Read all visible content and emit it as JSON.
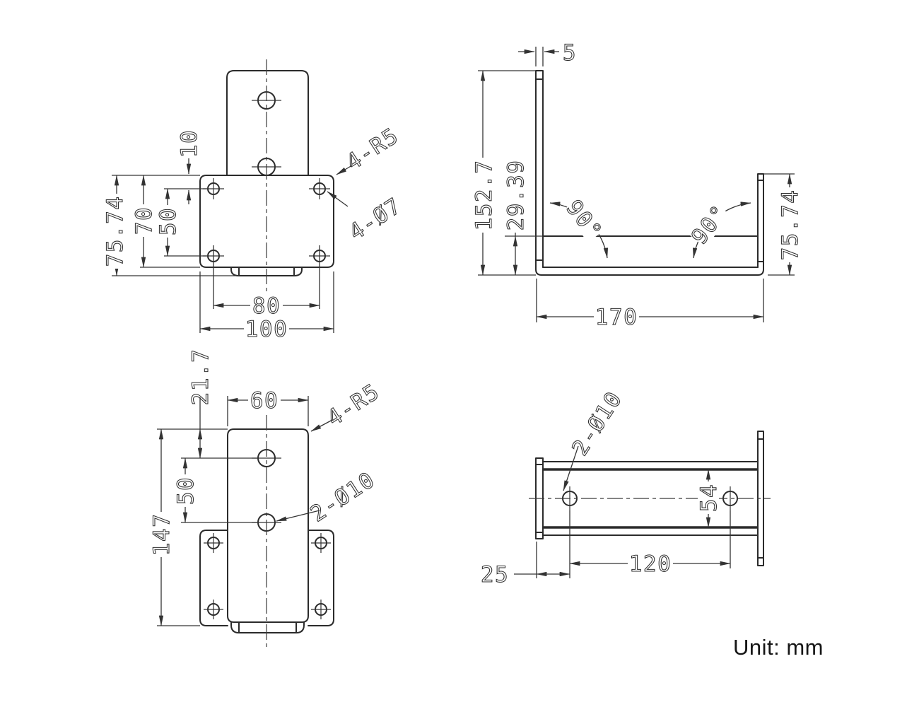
{
  "unit_note": "Unit: mm",
  "views": {
    "plan": {
      "dims": {
        "d10": "10",
        "d75": "75.74",
        "d70": "70",
        "d50": "50",
        "d80": "80",
        "d100": "100"
      },
      "labels": {
        "fillets": "4-R5",
        "holes": "4-Ø7"
      }
    },
    "side": {
      "dims": {
        "d5": "5",
        "d152": "152.7",
        "d29": "29.39",
        "d75": "75.74",
        "d170": "170"
      },
      "labels": {
        "angle_left": "90°",
        "angle_right": "90°"
      }
    },
    "front": {
      "dims": {
        "d21": "21.7",
        "d60": "60",
        "d50": "50",
        "d147": "147"
      },
      "labels": {
        "fillets": "4-R5",
        "holes": "2-Ø10"
      }
    },
    "bottom_side": {
      "dims": {
        "d54": "54",
        "d120": "120",
        "d25": "25"
      },
      "labels": {
        "holes": "2-Ø10"
      }
    }
  }
}
